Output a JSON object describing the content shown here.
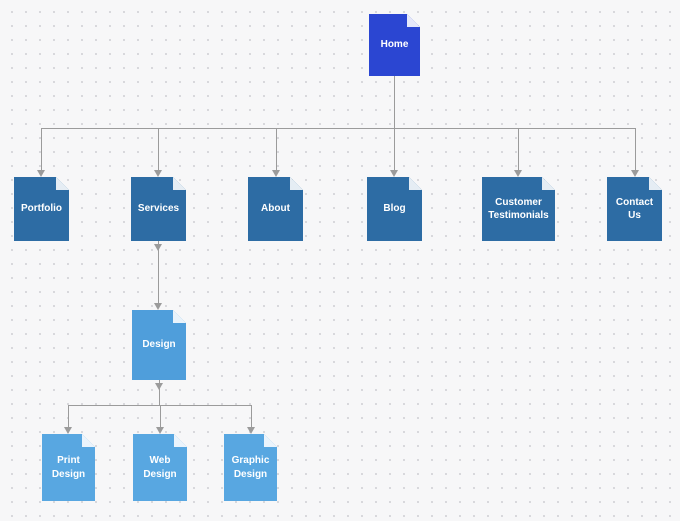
{
  "diagram": {
    "nodes": {
      "home": {
        "label": "Home",
        "level": 1
      },
      "portfolio": {
        "label": "Portfolio",
        "level": 2
      },
      "services": {
        "label": "Services",
        "level": 2
      },
      "about": {
        "label": "About",
        "level": 2
      },
      "blog": {
        "label": "Blog",
        "level": 2
      },
      "customer_testimonials": {
        "label": "Customer Testimonials",
        "level": 2
      },
      "contact_us": {
        "label": "Contact Us",
        "level": 2
      },
      "design": {
        "label": "Design",
        "level": 3
      },
      "print_design": {
        "label": "Print Design",
        "level": 4
      },
      "web_design": {
        "label": "Web Design",
        "level": 4
      },
      "graphic_design": {
        "label": "Graphic Design",
        "level": 4
      }
    },
    "edges": [
      {
        "from": "home",
        "to": "portfolio"
      },
      {
        "from": "home",
        "to": "services"
      },
      {
        "from": "home",
        "to": "about"
      },
      {
        "from": "home",
        "to": "blog"
      },
      {
        "from": "home",
        "to": "customer_testimonials"
      },
      {
        "from": "home",
        "to": "contact_us"
      },
      {
        "from": "services",
        "to": "design"
      },
      {
        "from": "design",
        "to": "print_design"
      },
      {
        "from": "design",
        "to": "web_design"
      },
      {
        "from": "design",
        "to": "graphic_design"
      }
    ],
    "colors": {
      "level1": "#2b46d2",
      "level2": "#2d6ca4",
      "level3": "#4f9edb",
      "level4": "#58a7e1",
      "connector": "#9b9b9b",
      "background": "#f7f7f8",
      "dot": "#d6d6da"
    }
  }
}
